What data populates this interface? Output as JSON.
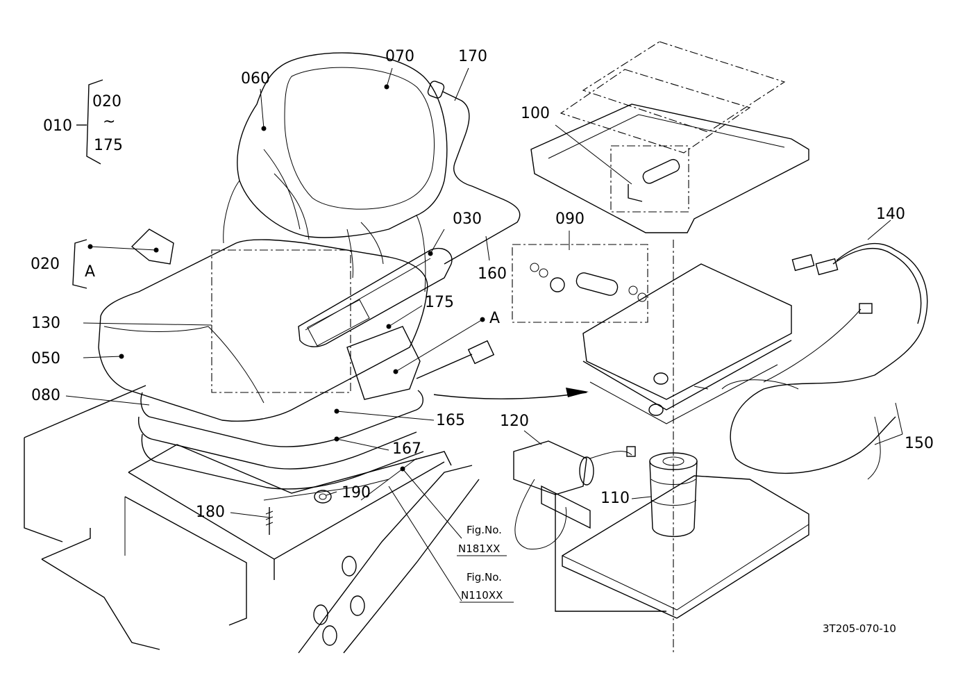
{
  "callouts": {
    "c010": "010",
    "c020_range_start": "020",
    "c020_range_tilde": "~",
    "c175_range_end": "175",
    "c020_detail": "020",
    "detail_A_left": "A",
    "c030": "030",
    "c050": "050",
    "c060": "060",
    "c070": "070",
    "c080": "080",
    "c090": "090",
    "c100": "100",
    "c110": "110",
    "c120": "120",
    "c130": "130",
    "c140": "140",
    "c150": "150",
    "c160": "160",
    "c165": "165",
    "c167": "167",
    "c170": "170",
    "c175": "175",
    "c180": "180",
    "c190": "190",
    "detail_A_right": "A"
  },
  "figure_refs": {
    "fig1_label": "Fig.No.",
    "fig1_number": "N181XX",
    "fig2_label": "Fig.No.",
    "fig2_number": "N110XX"
  },
  "drawing_number": "3T205-070-10"
}
